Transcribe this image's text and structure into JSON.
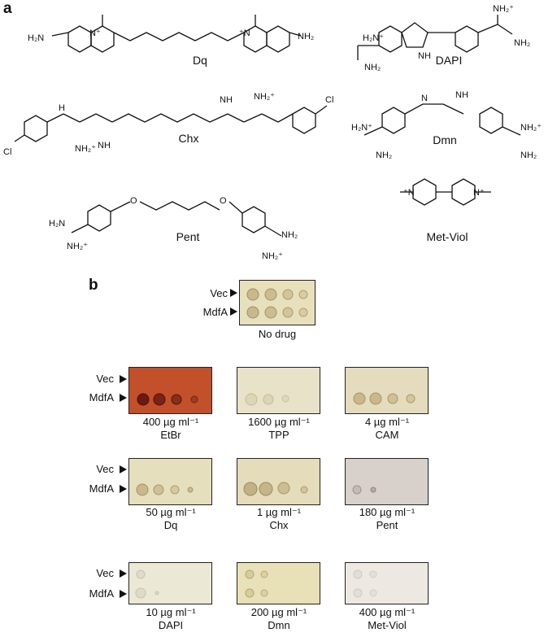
{
  "panel_a": {
    "label": "a",
    "molecules": {
      "dq": "Dq",
      "dapi": "DAPI",
      "chx": "Chx",
      "dmn": "Dmn",
      "pent": "Pent",
      "metviol": "Met-Viol"
    }
  },
  "panel_b": {
    "label": "b",
    "row_labels": {
      "vec": "Vec",
      "mdfa": "MdfA"
    },
    "no_drug": {
      "caption": "No drug"
    },
    "plates": [
      {
        "conc": "400 µg ml⁻¹",
        "drug": "EtBr"
      },
      {
        "conc": "1600 µg ml⁻¹",
        "drug": "TPP"
      },
      {
        "conc": "4 µg ml⁻¹",
        "drug": "CAM"
      },
      {
        "conc": "50 µg ml⁻¹",
        "drug": "Dq"
      },
      {
        "conc": "1 µg ml⁻¹",
        "drug": "Chx"
      },
      {
        "conc": "180 µg ml⁻¹",
        "drug": "Pent"
      },
      {
        "conc": "10 µg ml⁻¹",
        "drug": "DAPI"
      },
      {
        "conc": "200 µg ml⁻¹",
        "drug": "Dmn"
      },
      {
        "conc": "400 µg ml⁻¹",
        "drug": "Met-Viol"
      }
    ]
  },
  "chem_text": {
    "nh2": "NH₂",
    "h2n": "H₂N",
    "nh": "NH",
    "h": "H",
    "n": "N",
    "nplus": "N⁺",
    "plusn": "⁺N",
    "cl": "Cl",
    "o": "O",
    "nh2plus": "NH₂⁺",
    "h2nplus": "H₂N⁺"
  }
}
